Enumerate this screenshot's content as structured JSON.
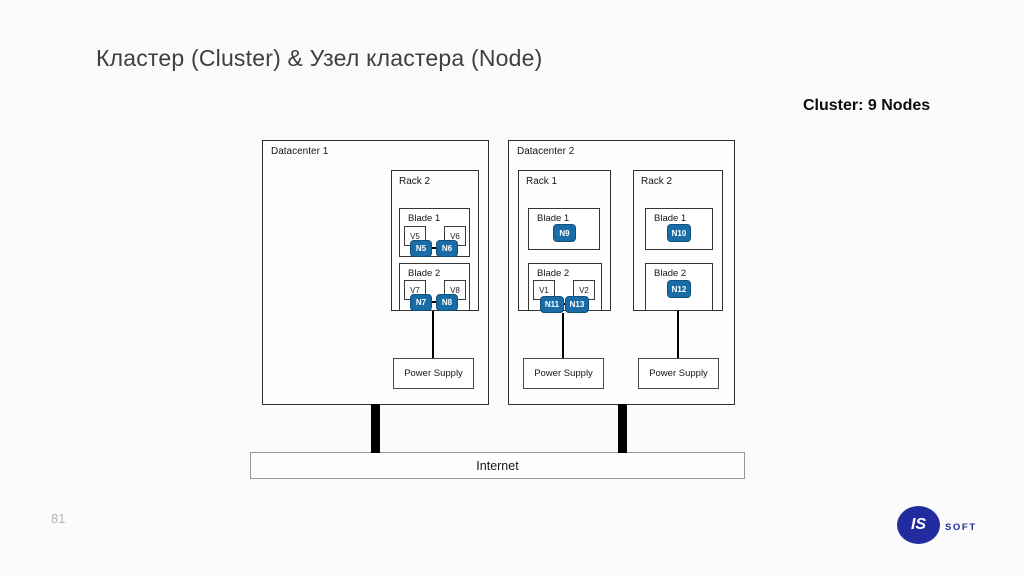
{
  "slide": {
    "title": "Кластер (Cluster) & Узел кластера (Node)",
    "cluster_note": "Cluster: 9 Nodes",
    "page_number": "81"
  },
  "logo": {
    "mark": "IS",
    "name": "SOFT"
  },
  "colors": {
    "node_badge_bg": "#1a6ca6",
    "logo_navy": "#232c9e"
  },
  "diagram": {
    "internet_label": "Internet",
    "datacenters": [
      {
        "label": "Datacenter 1",
        "racks": [
          {
            "label": "Rack 2",
            "power_label": "Power Supply",
            "blades": [
              {
                "label": "Blade 1",
                "vms": [
                  "V5",
                  "V6"
                ],
                "nodes": [
                  "N5",
                  "N6"
                ]
              },
              {
                "label": "Blade 2",
                "vms": [
                  "V7",
                  "V8"
                ],
                "nodes": [
                  "N7",
                  "N8"
                ]
              }
            ]
          }
        ]
      },
      {
        "label": "Datacenter 2",
        "racks": [
          {
            "label": "Rack 1",
            "power_label": "Power Supply",
            "blades": [
              {
                "label": "Blade 1",
                "vms": [],
                "nodes": [
                  "N9"
                ]
              },
              {
                "label": "Blade 2",
                "vms": [
                  "V1",
                  "V2"
                ],
                "nodes": [
                  "N11",
                  "N13"
                ]
              }
            ]
          },
          {
            "label": "Rack 2",
            "power_label": "Power Supply",
            "blades": [
              {
                "label": "Blade 1",
                "vms": [],
                "nodes": [
                  "N10"
                ]
              },
              {
                "label": "Blade 2",
                "vms": [],
                "nodes": [
                  "N12"
                ]
              }
            ]
          }
        ]
      }
    ]
  }
}
